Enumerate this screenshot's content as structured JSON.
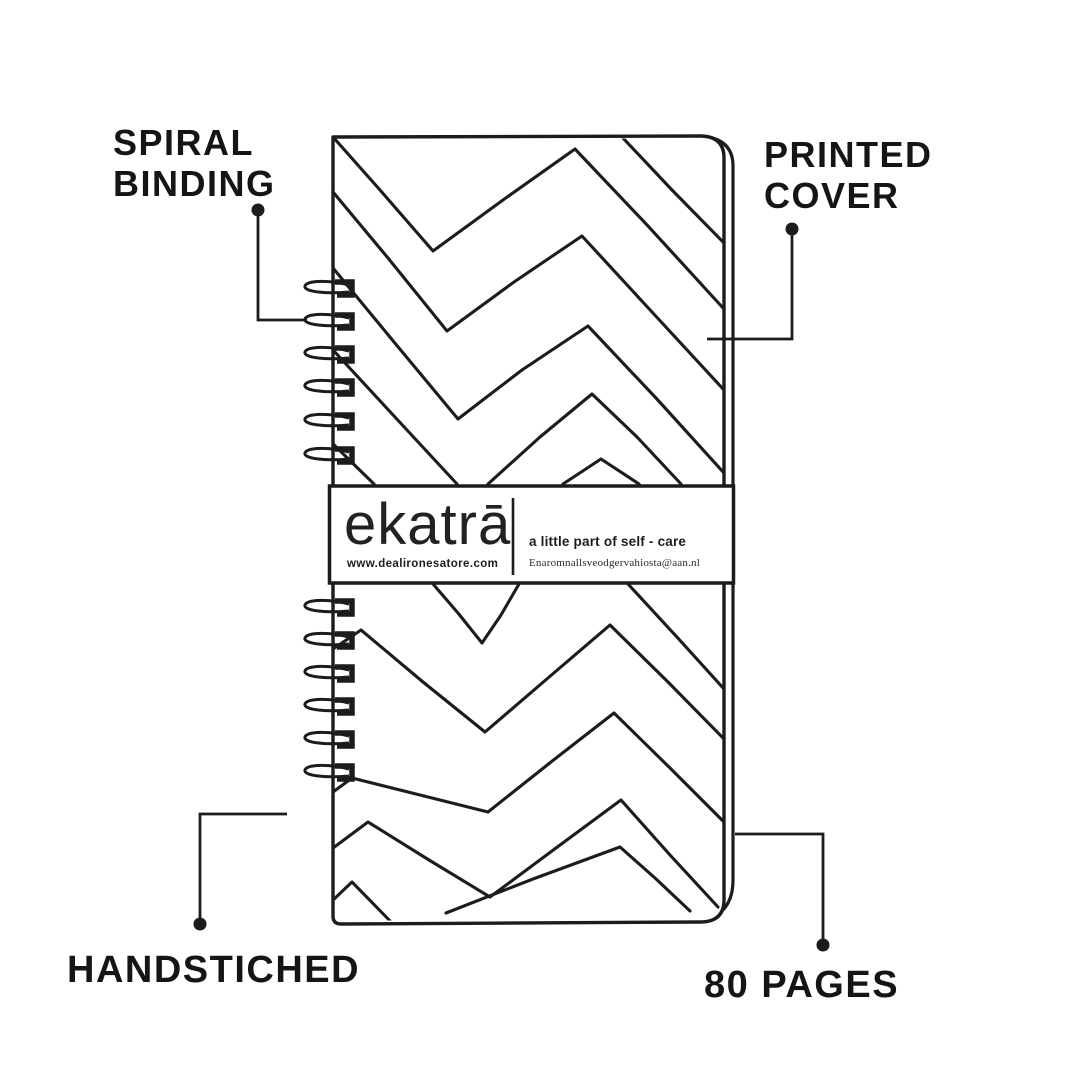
{
  "colors": {
    "background": "#ffffff",
    "ink": "#1c1c1c",
    "label_text": "#151515"
  },
  "callouts": {
    "spiral_binding": {
      "line1": "SPIRAL",
      "line2": "BINDING"
    },
    "printed_cover": {
      "line1": "PRINTED",
      "line2": "COVER"
    },
    "handstiched": {
      "text": "HANDSTICHED"
    },
    "pages": {
      "text": "80 PAGES"
    }
  },
  "band": {
    "brand": "ekatrā",
    "website": "www.dealironesatore.com",
    "tagline": "a little part of self - care",
    "contact": "Enaromnallsveodgervahiosta@aan.nl"
  }
}
